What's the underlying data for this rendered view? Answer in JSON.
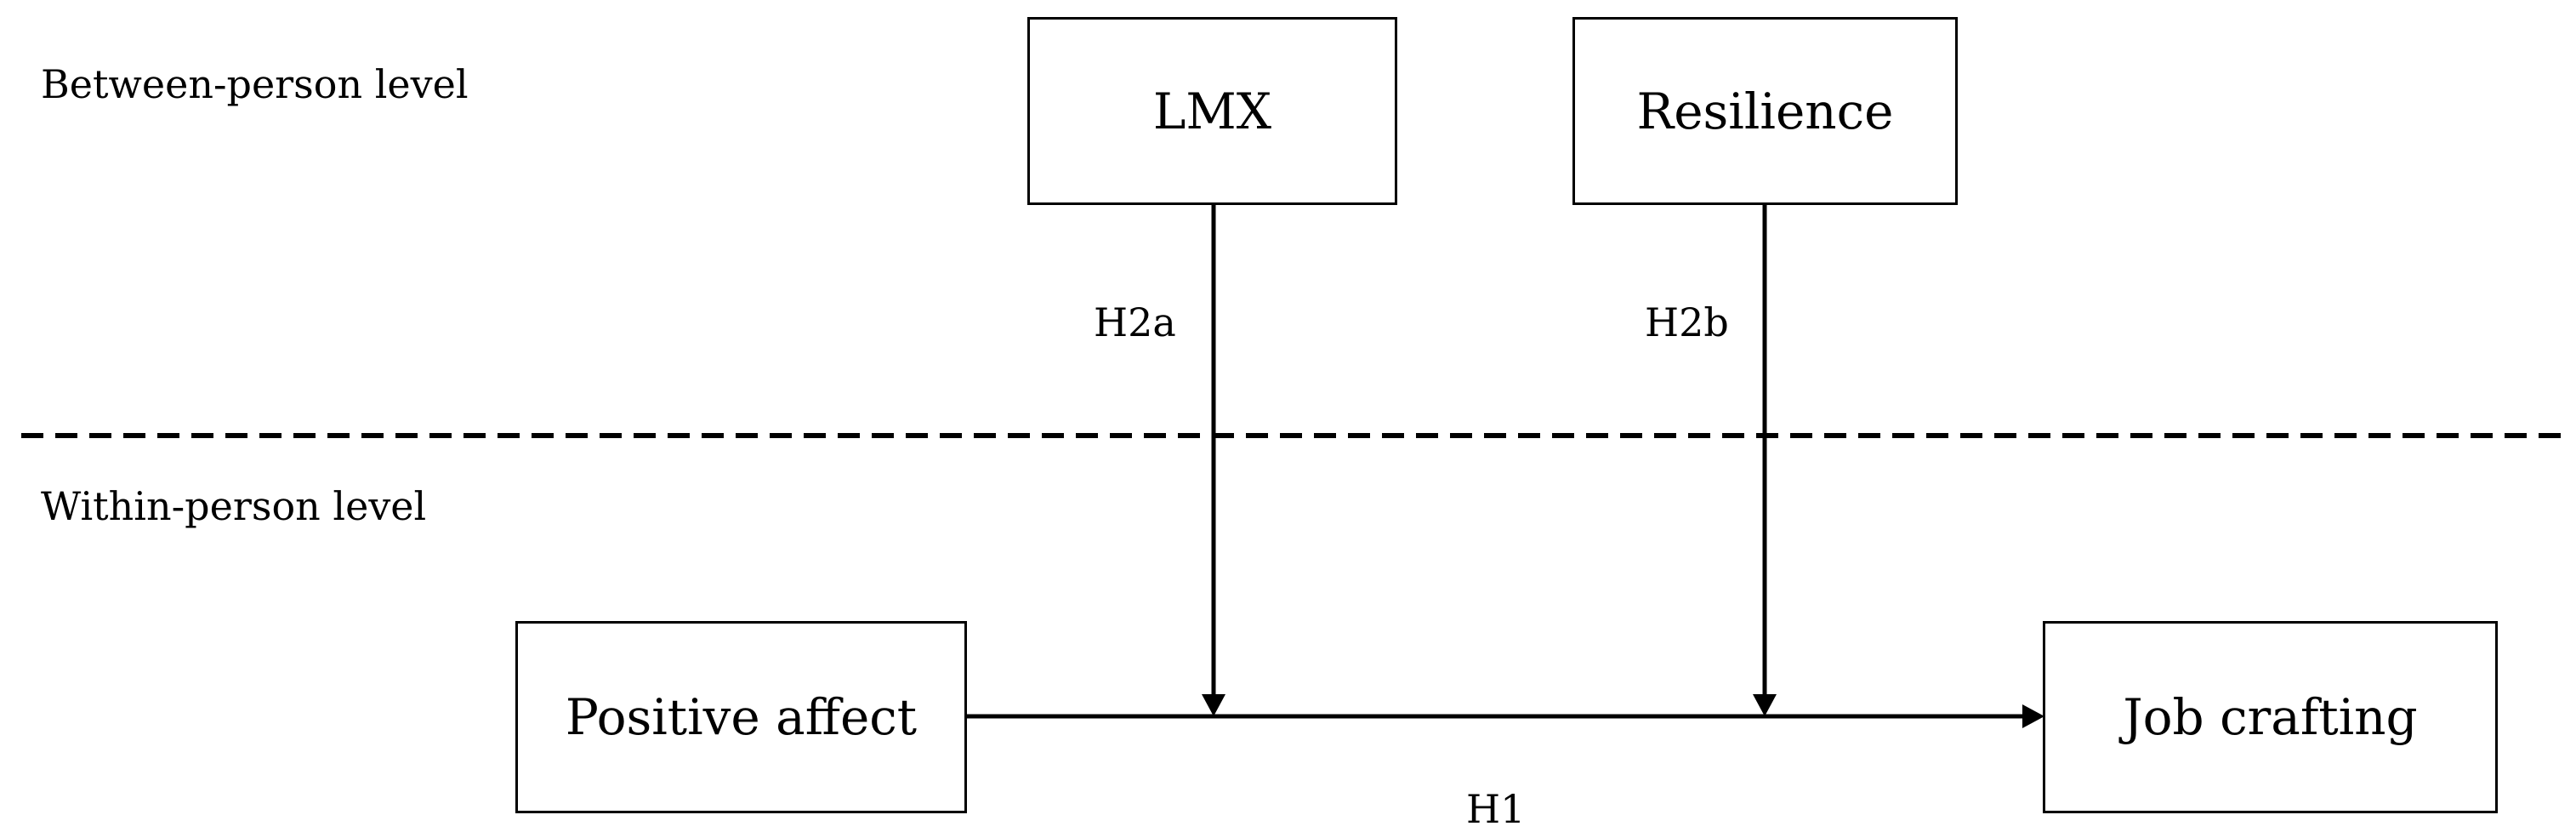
{
  "levels": {
    "between": "Between-person level",
    "within": "Within-person level"
  },
  "nodes": {
    "lmx": "LMX",
    "resilience": "Resilience",
    "positive_affect": "Positive affect",
    "job_crafting": "Job crafting"
  },
  "hypotheses": {
    "h1": "H1",
    "h2a": "H2a",
    "h2b": "H2b"
  },
  "colors": {
    "stroke": "#000000",
    "background": "#ffffff"
  }
}
